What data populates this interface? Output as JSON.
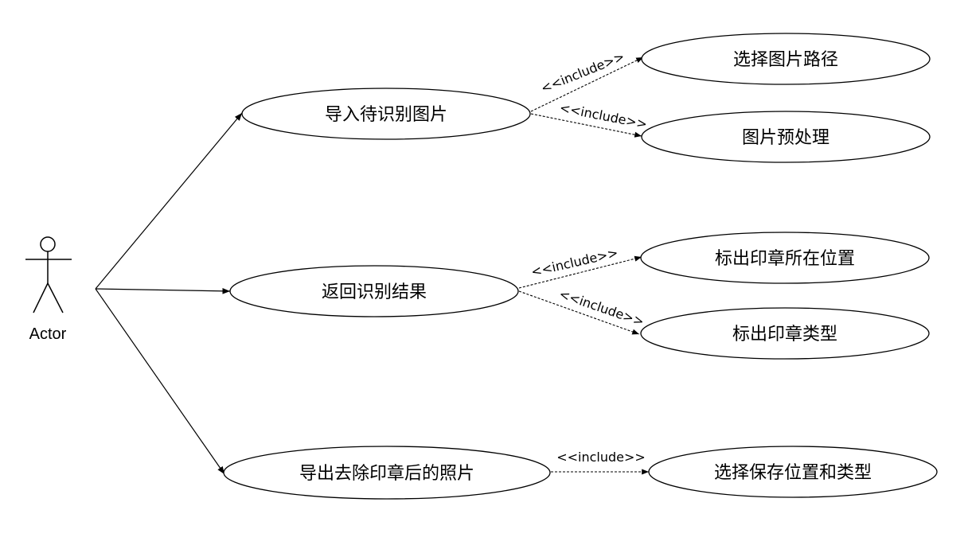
{
  "actor": {
    "label": "Actor"
  },
  "use_cases": {
    "import_image": "导入待识别图片",
    "select_path": "选择图片路径",
    "preprocess": "图片预处理",
    "return_result": "返回识别结果",
    "mark_position": "标出印章所在位置",
    "mark_type": "标出印章类型",
    "export_photo": "导出去除印章后的照片",
    "save_options": "选择保存位置和类型"
  },
  "relations": {
    "include_select_path": "<<include>>",
    "include_preprocess": "<<include>>",
    "include_mark_position": "<<include>>",
    "include_mark_type": "<<include>>",
    "include_save_options": "<<include>>"
  }
}
